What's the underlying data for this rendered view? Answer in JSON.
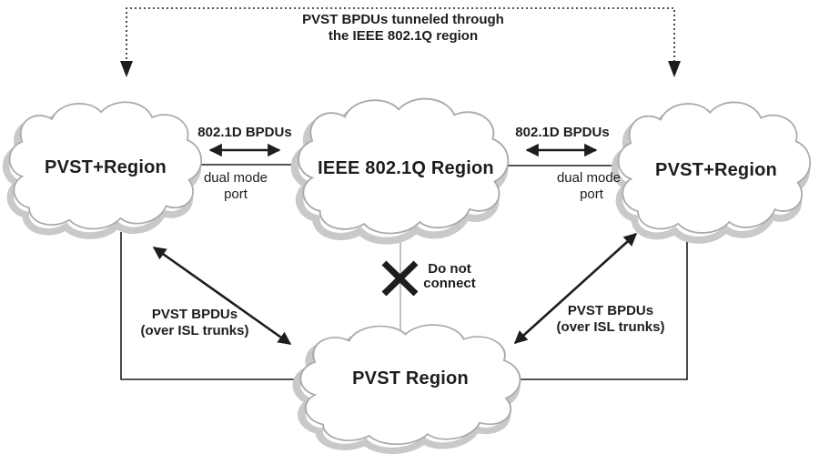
{
  "diagram": {
    "title_note": {
      "line1": "PVST BPDUs tunneled through",
      "line2": "the IEEE 802.1Q region"
    },
    "clouds": {
      "left": {
        "label": "PVST+Region"
      },
      "center": {
        "label": "IEEE 802.1Q Region"
      },
      "right": {
        "label": "PVST+Region"
      },
      "bottom": {
        "label": "PVST Region"
      }
    },
    "left_link": {
      "bpdu_label": "802.1D BPDUs",
      "port_line1": "dual mode",
      "port_line2": "port"
    },
    "right_link": {
      "bpdu_label": "802.1D BPDUs",
      "port_line1": "dual mode",
      "port_line2": "port"
    },
    "do_not_connect": {
      "line1": "Do not",
      "line2": "connect"
    },
    "left_isl": {
      "line1": "PVST BPDUs",
      "line2": "(over ISL trunks)"
    },
    "right_isl": {
      "line1": "PVST BPDUs",
      "line2": "(over ISL trunks)"
    },
    "colors": {
      "line_black": "#1d1d1d",
      "text_black": "#1d1d1d",
      "cloud_stroke": "#a9a9a9",
      "cloud_shadow": "#c9c9c9",
      "connector_gray": "#b3b3b3"
    }
  }
}
